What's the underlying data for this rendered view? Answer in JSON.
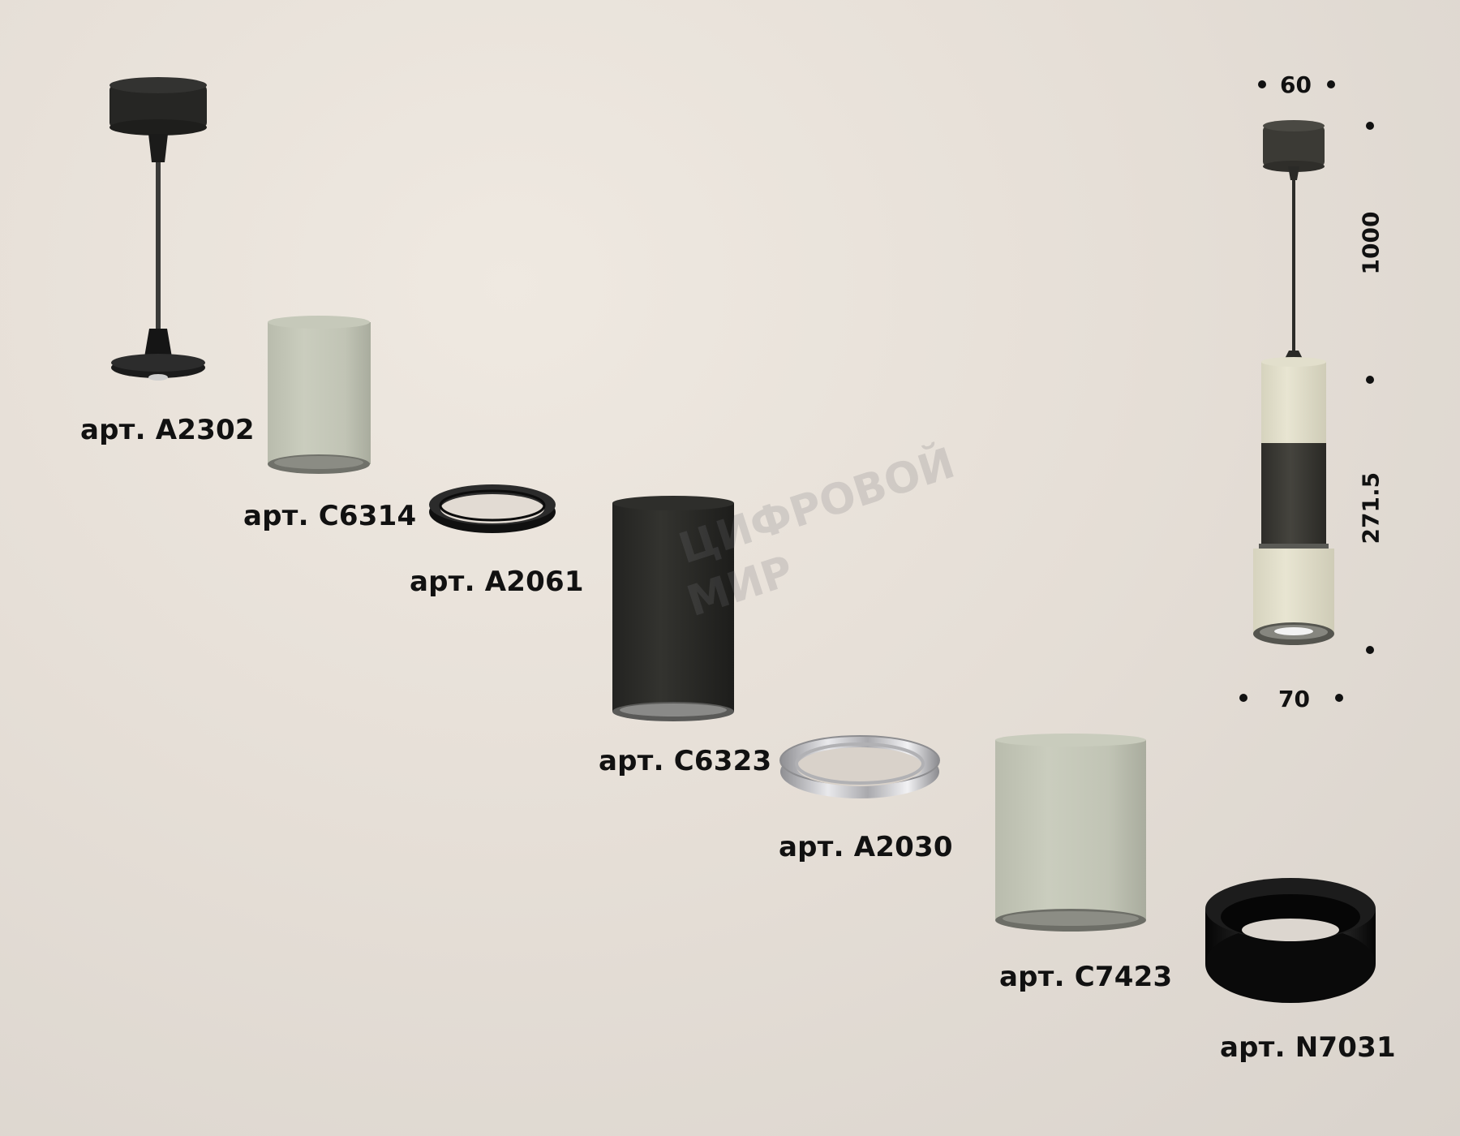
{
  "parts": [
    {
      "id": "A2302",
      "label": "арт. A2302",
      "name": "suspension-mount"
    },
    {
      "id": "C6314",
      "label": "арт. C6314",
      "name": "housing-grey-small"
    },
    {
      "id": "A2061",
      "label": "арт. A2061",
      "name": "ring-black"
    },
    {
      "id": "C6323",
      "label": "арт. C6323",
      "name": "housing-black-tall"
    },
    {
      "id": "A2030",
      "label": "арт. A2030",
      "name": "ring-chrome"
    },
    {
      "id": "C7423",
      "label": "арт. C7423",
      "name": "housing-grey-wide"
    },
    {
      "id": "N7031",
      "label": "арт. N7031",
      "name": "nozzle-black"
    }
  ],
  "dimensions": {
    "top_width": "60",
    "bottom_width": "70",
    "cable_length": "1000",
    "body_height": "271.5"
  },
  "watermark": {
    "line1": "ЦИФРОВОЙ",
    "line2": "МИР"
  },
  "colors": {
    "background": "#e4ddd5",
    "grey_housing": "#c4c7b8",
    "black_housing": "#2b2b28",
    "cream_housing": "#e3e0cc",
    "chrome": "#c9c9cb",
    "black": "#151515"
  }
}
